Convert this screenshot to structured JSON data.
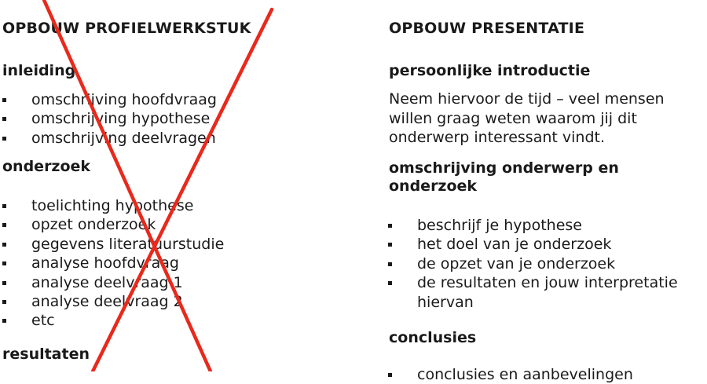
{
  "left": {
    "title": "OPBOUW PROFIELWERKSTUK",
    "sections": [
      {
        "heading": "inleiding",
        "items": [
          "omschrijving hoofdvraag",
          "omschrijving hypothese",
          "omschrijving deelvragen"
        ]
      },
      {
        "heading": "onderzoek",
        "items": [
          "toelichting hypothese",
          "opzet onderzoek",
          "gegevens literatuurstudie",
          "analyse hoofdvraag",
          "analyse deelvraag 1",
          "analyse deelvraag 2",
          "etc"
        ]
      },
      {
        "heading": "resultaten",
        "items": []
      }
    ],
    "cross_color": "#e8291c"
  },
  "right": {
    "title": "OPBOUW PRESENTATIE",
    "intro_heading": "persoonlijke introductie",
    "intro_text": "Neem hiervoor de tijd – veel mensen\nwillen graag weten waarom jij dit\nonderwerp interessant vindt.",
    "subject_heading_line1": "omschrijving onderwerp en",
    "subject_heading_line2": "onderzoek",
    "subject_items": [
      "beschrijf je hypothese",
      "het doel van je onderzoek",
      "de opzet van je onderzoek",
      "de resultaten en jouw interpretatie"
    ],
    "subject_item_continuation": "hiervan",
    "conclusions_heading": "conclusies",
    "conclusions_items": [
      "conclusies en aanbevelingen"
    ]
  }
}
